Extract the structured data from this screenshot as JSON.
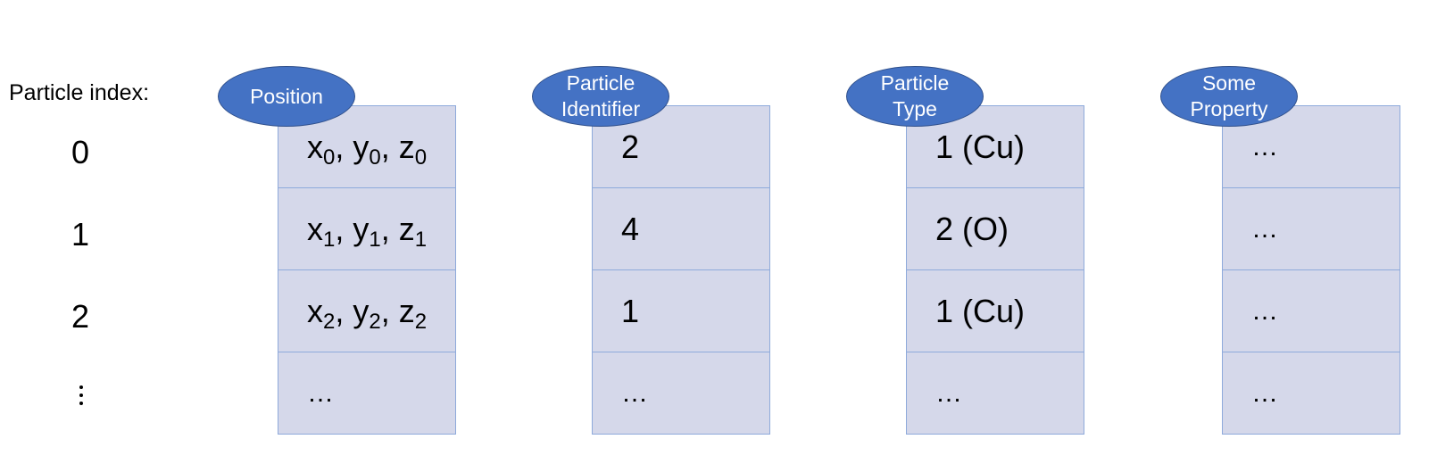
{
  "index_column": {
    "header": "Particle index:",
    "values": [
      "0",
      "1",
      "2"
    ]
  },
  "columns": [
    {
      "label_lines": [
        "Position"
      ],
      "cells": [
        {
          "base": [
            "x",
            "y",
            "z"
          ],
          "sub": "0"
        },
        {
          "base": [
            "x",
            "y",
            "z"
          ],
          "sub": "1"
        },
        {
          "base": [
            "x",
            "y",
            "z"
          ],
          "sub": "2"
        },
        {
          "text": "…"
        }
      ]
    },
    {
      "label_lines": [
        "Particle",
        "Identifier"
      ],
      "cells": [
        {
          "text": "2"
        },
        {
          "text": "4"
        },
        {
          "text": "1"
        },
        {
          "text": "…"
        }
      ]
    },
    {
      "label_lines": [
        "Particle",
        "Type"
      ],
      "cells": [
        {
          "text": "1 (Cu)"
        },
        {
          "text": "2 (O)"
        },
        {
          "text": "1 (Cu)"
        },
        {
          "text": "…"
        }
      ]
    },
    {
      "label_lines": [
        "Some",
        "Property"
      ],
      "cells": [
        {
          "text": "…"
        },
        {
          "text": "…"
        },
        {
          "text": "…"
        },
        {
          "text": "…"
        }
      ]
    }
  ],
  "colors": {
    "cell_fill": "#d5d8ea",
    "cell_border": "#8eaadb",
    "label_fill": "#4472c4",
    "label_text": "#ffffff"
  }
}
